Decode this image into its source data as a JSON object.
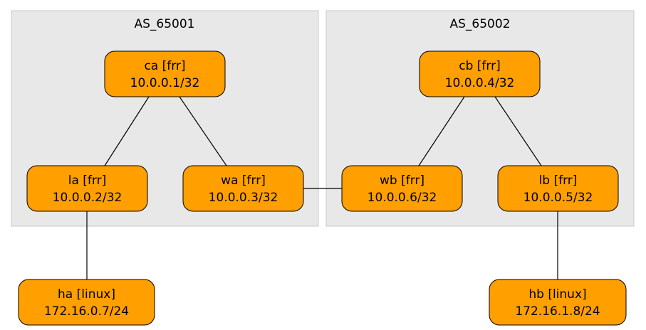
{
  "colors": {
    "node_fill": "#ff9f00",
    "node_stroke": "#000000",
    "cluster_fill": "#e8e8e8",
    "cluster_stroke": "#c8c8c8",
    "edge": "#000000"
  },
  "clusters": [
    {
      "id": "as65001",
      "label": "AS_65001"
    },
    {
      "id": "as65002",
      "label": "AS_65002"
    }
  ],
  "nodes": [
    {
      "id": "ca",
      "name": "ca [frr]",
      "address": "10.0.0.1/32"
    },
    {
      "id": "la",
      "name": "la [frr]",
      "address": "10.0.0.2/32"
    },
    {
      "id": "wa",
      "name": "wa [frr]",
      "address": "10.0.0.3/32"
    },
    {
      "id": "cb",
      "name": "cb [frr]",
      "address": "10.0.0.4/32"
    },
    {
      "id": "wb",
      "name": "wb [frr]",
      "address": "10.0.0.6/32"
    },
    {
      "id": "lb",
      "name": "lb [frr]",
      "address": "10.0.0.5/32"
    },
    {
      "id": "ha",
      "name": "ha [linux]",
      "address": "172.16.0.7/24"
    },
    {
      "id": "hb",
      "name": "hb [linux]",
      "address": "172.16.1.8/24"
    }
  ],
  "edges": [
    {
      "from": "ca",
      "to": "la"
    },
    {
      "from": "ca",
      "to": "wa"
    },
    {
      "from": "wa",
      "to": "wb"
    },
    {
      "from": "cb",
      "to": "wb"
    },
    {
      "from": "cb",
      "to": "lb"
    },
    {
      "from": "la",
      "to": "ha"
    },
    {
      "from": "lb",
      "to": "hb"
    }
  ]
}
